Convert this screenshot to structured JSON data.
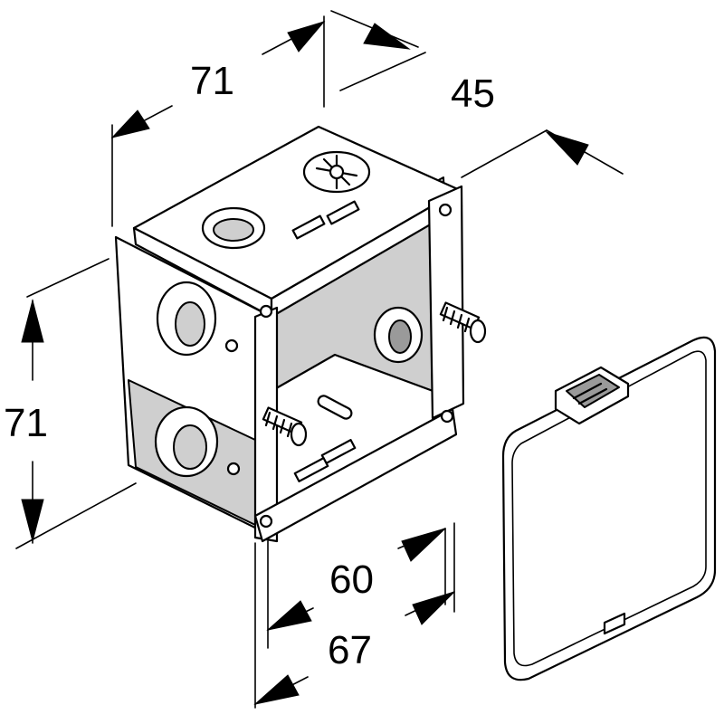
{
  "dimensions": {
    "top_width": "71",
    "depth": "45",
    "height": "71",
    "inner_width": "60",
    "outer_width": "67"
  }
}
